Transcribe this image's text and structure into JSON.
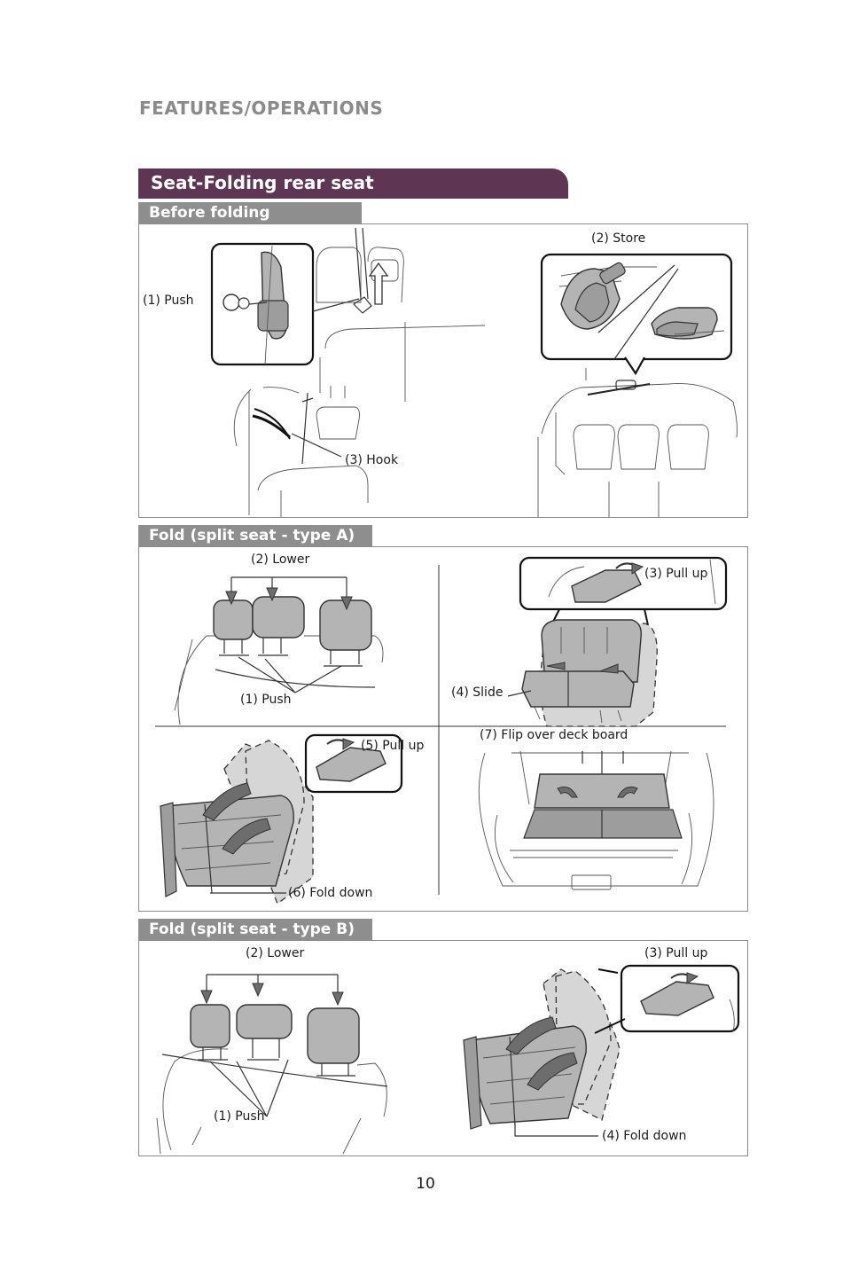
{
  "header": {
    "section": "FEATURES/OPERATIONS"
  },
  "title": "Seat-Folding rear seat",
  "before_folding": {
    "heading": "Before folding",
    "labels": {
      "push": "(1) Push",
      "store": "(2) Store",
      "hook": "(3) Hook"
    }
  },
  "type_a": {
    "heading": "Fold (split seat - type A)",
    "labels": {
      "lower": "(2) Lower",
      "push": "(1) Push",
      "pull_up_3": "(3) Pull up",
      "slide": "(4) Slide",
      "pull_up_5": "(5) Pull up",
      "fold_down": "(6) Fold down",
      "flip": "(7) Flip over deck board"
    }
  },
  "type_b": {
    "heading": "Fold (split seat - type B)",
    "labels": {
      "lower": "(2) Lower",
      "push": "(1) Push",
      "pull_up": "(3) Pull up",
      "fold_down": "(4) Fold down"
    }
  },
  "footer": {
    "page_number": "10"
  }
}
